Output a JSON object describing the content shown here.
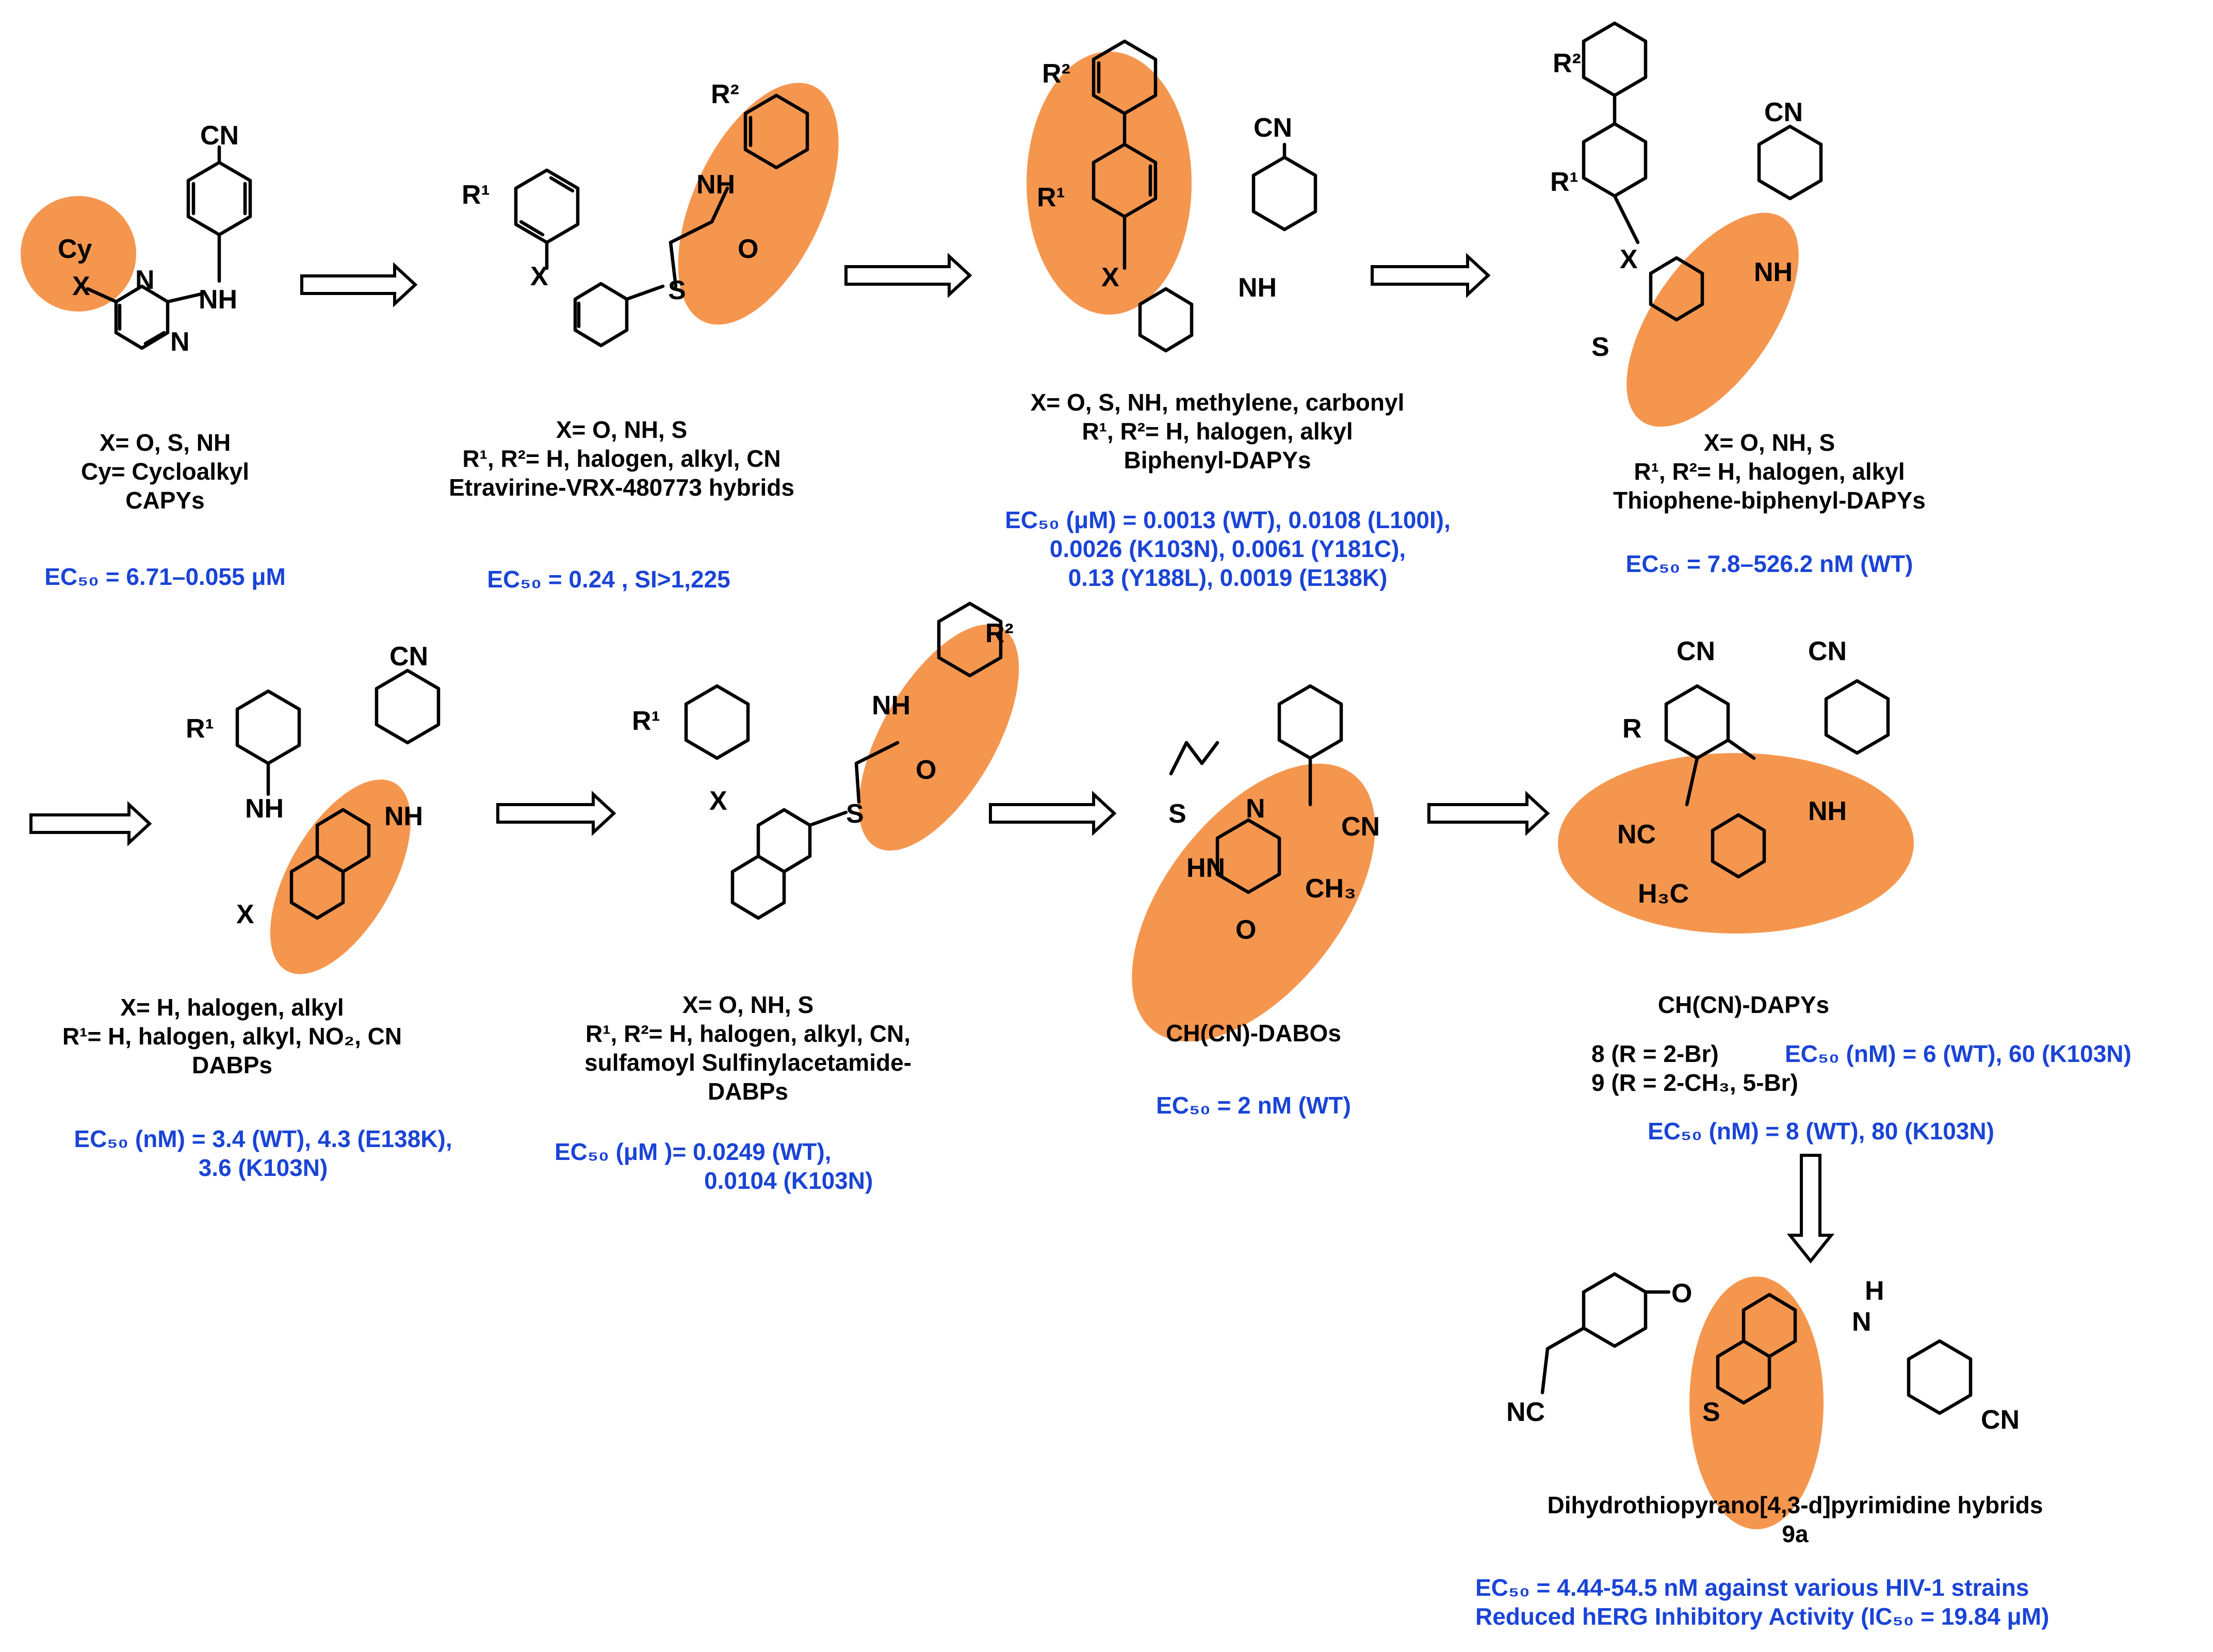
{
  "schemes": [
    {
      "labels": [
        "X= O, S, NH",
        "Cy= Cycloalkyl",
        "CAPYs"
      ],
      "activity": [
        "EC₅₀ = 6.71–0.055 μM"
      ]
    },
    {
      "labels": [
        "X= O, NH, S",
        "R¹, R²= H, halogen, alkyl, CN",
        "Etravirine-VRX-480773 hybrids"
      ],
      "activity": [
        "EC₅₀ = 0.24 , SI>1,225"
      ]
    },
    {
      "labels": [
        "X= O, S, NH, methylene, carbonyl",
        "R¹, R²= H, halogen, alkyl",
        "Biphenyl-DAPYs"
      ],
      "activity": [
        "EC₅₀ (μM) = 0.0013 (WT), 0.0108 (L100I),",
        "0.0026 (K103N),  0.0061 (Y181C),",
        "0.13 (Y188L), 0.0019 (E138K)"
      ]
    },
    {
      "labels": [
        "X= O, NH, S",
        "R¹, R²= H, halogen, alkyl",
        "Thiophene-biphenyl-DAPYs"
      ],
      "activity": [
        "EC₅₀ = 7.8–526.2 nM (WT)"
      ]
    },
    {
      "labels": [
        "X= H, halogen, alkyl",
        "R¹= H, halogen, alkyl, NO₂, CN",
        "DABPs"
      ],
      "activity": [
        "EC₅₀ (nM) = 3.4 (WT), 4.3 (E138K),",
        "3.6 (K103N)"
      ]
    },
    {
      "labels": [
        "X= O, NH, S",
        "R¹, R²= H, halogen, alkyl, CN,",
        "sulfamoyl Sulfinylacetamide-",
        "DABPs"
      ],
      "activity": [
        "EC₅₀ (μM )= 0.0249 (WT),",
        "0.0104  (K103N)"
      ]
    },
    {
      "labels": [
        "CH(CN)-DABOs"
      ],
      "activity": [
        "EC₅₀ = 2 nM (WT)"
      ]
    },
    {
      "labels": [
        "CH(CN)-DAPYs",
        "8 (R = 2-Br)",
        "9 (R = 2-CH₃, 5-Br)"
      ],
      "activity": [
        "EC₅₀  (nM) = 6 (WT), 60 (K103N)",
        "EC₅₀  (nM) = 8 (WT), 80 (K103N)"
      ]
    },
    {
      "labels": [
        "Dihydrothiopyrano[4,3-d]pyrimidine hybrids",
        "9a"
      ],
      "activity": [
        "EC₅₀ = 4.44-54.5 nM against various HIV-1 strains",
        "Reduced hERG Inhibitory Activity (IC₅₀ = 19.84 μM)"
      ]
    }
  ],
  "atom_labels": {
    "cn": "CN",
    "nh": "NH",
    "n": "N",
    "s": "S",
    "o": "O",
    "x": "X",
    "h3c": "H₃C",
    "ch3": "CH₃",
    "r": "R",
    "r1": "R¹",
    "r2": "R²",
    "cy": "Cy",
    "hn": "HN",
    "h": "H",
    "nc": "NC"
  },
  "colors": {
    "highlight": "#F5964F",
    "activity_text": "#1a44d6",
    "ink": "#000000"
  }
}
